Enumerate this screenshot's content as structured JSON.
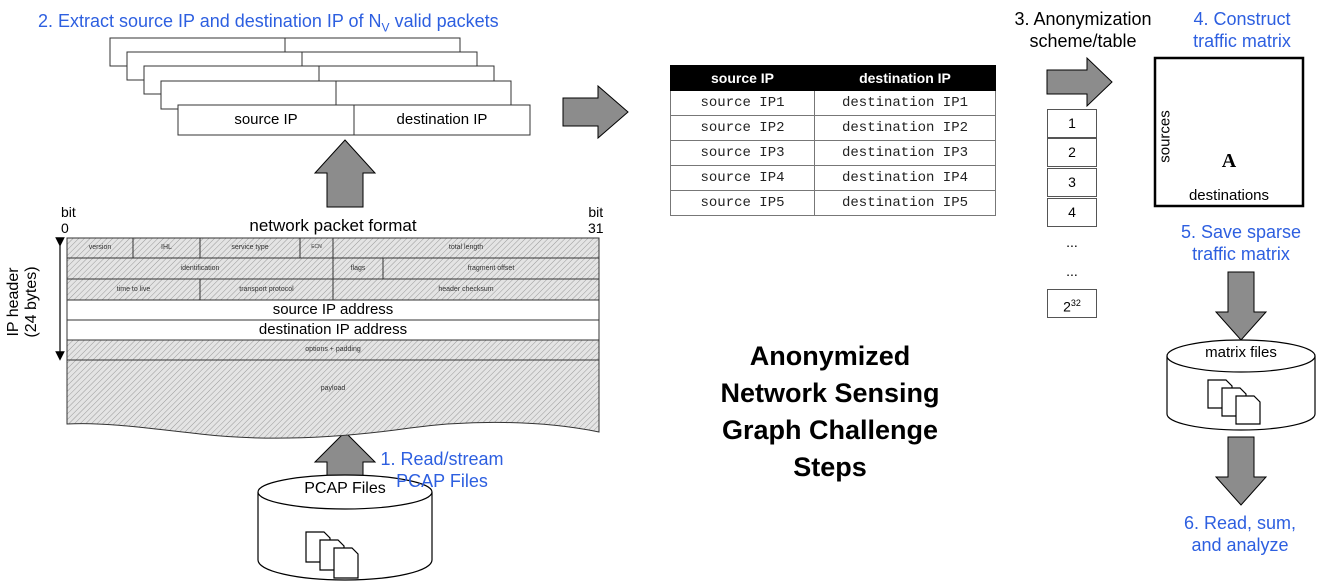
{
  "steps": {
    "s1": [
      "1. Read/stream",
      "PCAP Files"
    ],
    "s2_prefix": "2. Extract source IP and destination IP of",
    "s2_n": "N",
    "s2_sub": "V",
    "s2_suffix": "valid packets",
    "s3": [
      "3. Anonymization",
      "scheme/table"
    ],
    "s4": [
      "4. Construct",
      "traffic matrix"
    ],
    "s5": [
      "5. Save sparse",
      "traffic matrix"
    ],
    "s6": [
      "6. Read, sum,",
      "and analyze"
    ]
  },
  "packets": {
    "source": "source IP",
    "destination": "destination IP"
  },
  "packet_format": {
    "title": "network packet format",
    "bit_start": [
      "bit",
      "0"
    ],
    "bit_end": [
      "bit",
      "31"
    ],
    "side_label": [
      "IP header",
      "(24 bytes)"
    ],
    "row1": [
      "version",
      "IHL",
      "service type",
      "ECN",
      "total length"
    ],
    "row2": [
      "identification",
      "flags",
      "fragment offset"
    ],
    "row3": [
      "time to live",
      "transport protocol",
      "header checksum"
    ],
    "source_address": "source IP address",
    "destination_address": "destination IP address",
    "options": "options + padding",
    "payload": "payload"
  },
  "pcap": {
    "label": "PCAP Files"
  },
  "table": {
    "headers": [
      "source IP",
      "destination IP"
    ],
    "rows": [
      [
        "source IP1",
        "destination IP1"
      ],
      [
        "source IP2",
        "destination IP2"
      ],
      [
        "source IP3",
        "destination IP3"
      ],
      [
        "source IP4",
        "destination IP4"
      ],
      [
        "source IP5",
        "destination IP5"
      ]
    ]
  },
  "anon": {
    "indices": [
      "1",
      "2",
      "3",
      "4"
    ],
    "ellipsis": "...",
    "last_base": "2",
    "last_exp": "32"
  },
  "matrix": {
    "rows_label": "sources",
    "cols_label": "destinations",
    "symbol": "A"
  },
  "files": {
    "label": "matrix files"
  },
  "title": [
    "Anonymized",
    "Network Sensing",
    "Graph Challenge",
    "Steps"
  ],
  "colors": {
    "step_text": "#2d5fe0",
    "arrow_fill": "#8c8c8c",
    "table_header": "#000000"
  }
}
